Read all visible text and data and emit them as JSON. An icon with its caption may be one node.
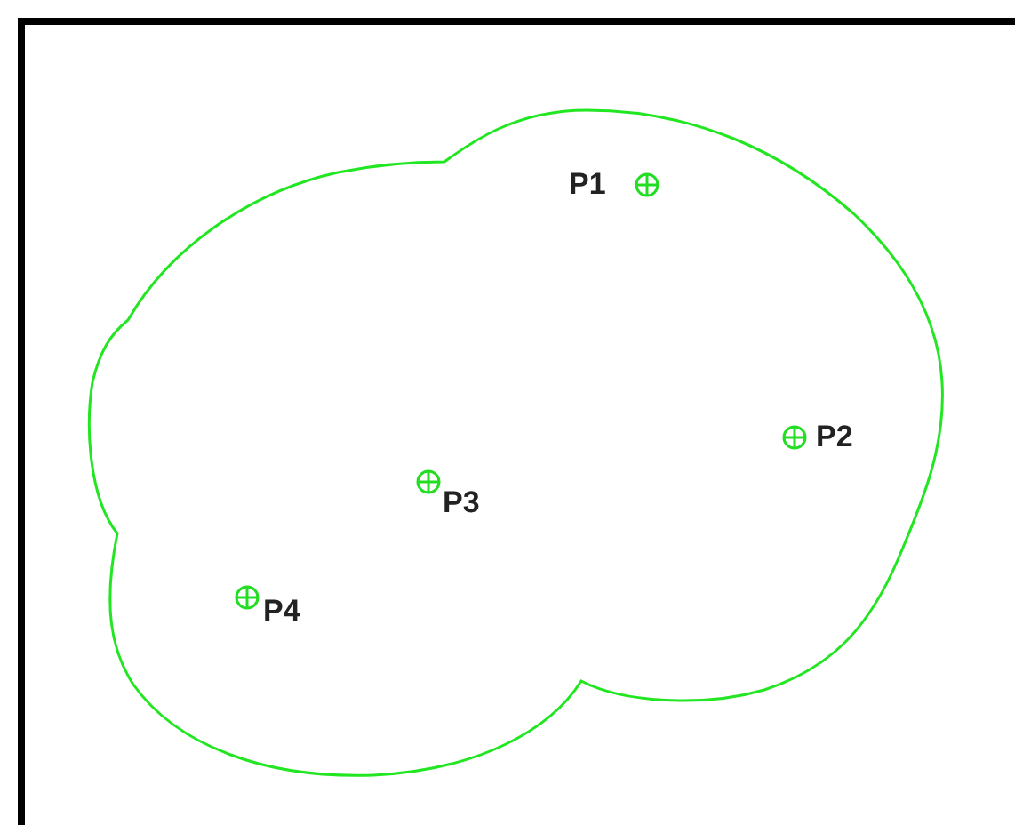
{
  "diagram": {
    "labels": [
      "P1",
      "P2",
      "P3",
      "P4"
    ]
  }
}
